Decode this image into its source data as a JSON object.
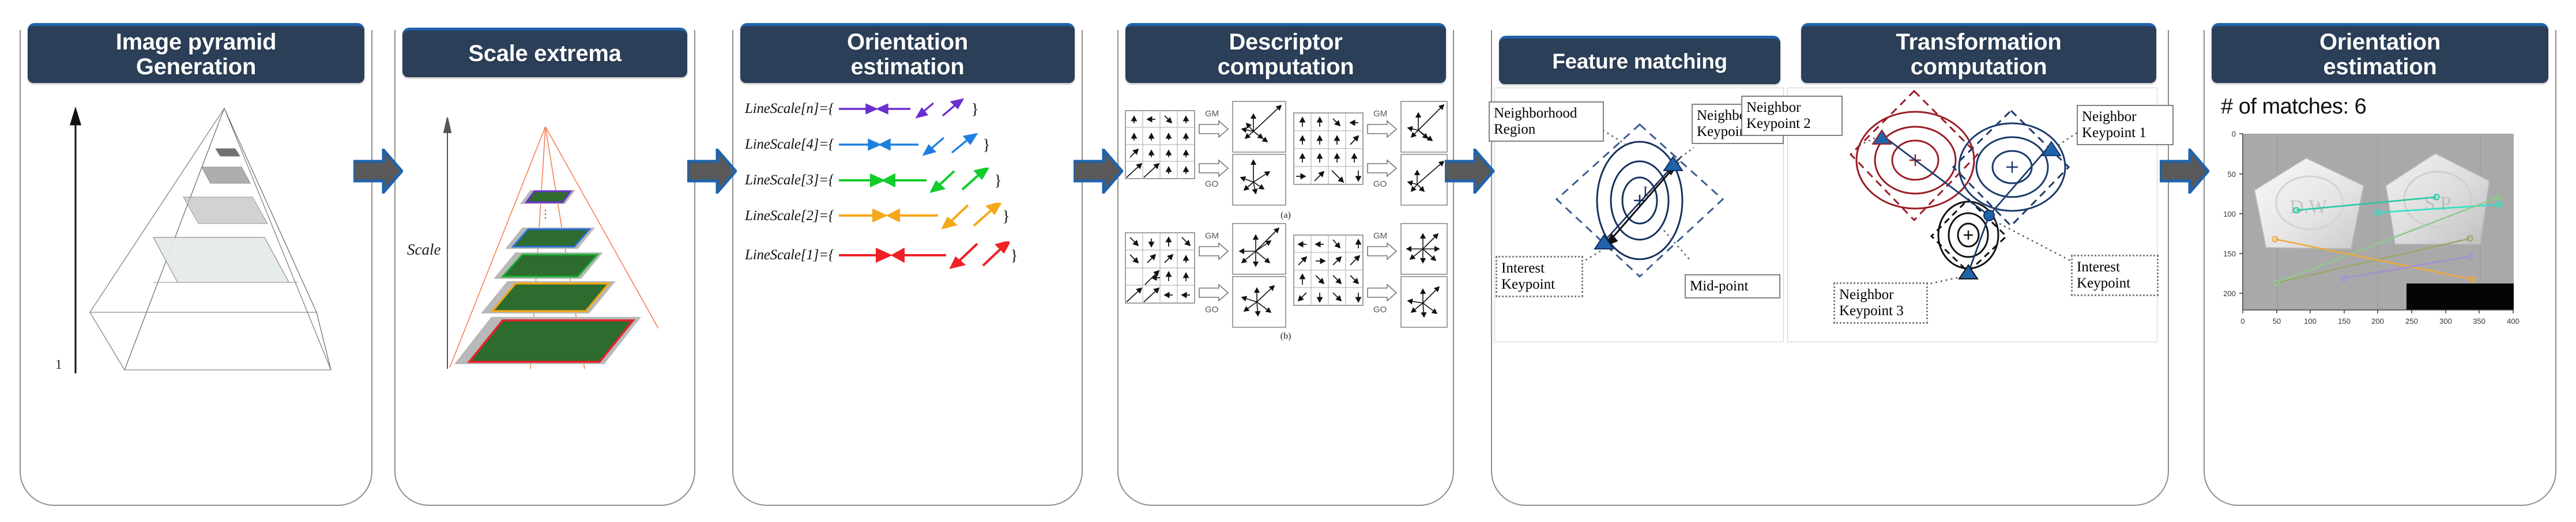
{
  "diagram": {
    "title_flow": "SIFT-like feature matching pipeline",
    "accent_header_bg": "#2b3f59",
    "accent_header_top": "#1f63ab",
    "arrow_fill": "#595959",
    "arrow_stroke": "#1f63ab",
    "panel_border": "#8d8d8d"
  },
  "stages": [
    {
      "id": "image-pyramid-generation",
      "title_line1": "Image pyramid",
      "title_line2": "Generation",
      "axis_label": "1"
    },
    {
      "id": "scale-extrema",
      "title_line1": "Scale extrema",
      "title_line2": "",
      "axis_label": "Scale",
      "layer_colors": [
        "#6a2fd0",
        "#1f6fd0",
        "#17b030",
        "#f0a81e",
        "#e8202a"
      ],
      "ellipsis": "⋮"
    },
    {
      "id": "orientation-estimation",
      "title_line1": "Orientation",
      "title_line2": "estimation",
      "rows": [
        {
          "label": "LineScale[n]={",
          "close": "}",
          "color": "#6a2fd0"
        },
        {
          "label": "LineScale[4]={",
          "close": "}",
          "color": "#1f7fe0"
        },
        {
          "label": "LineScale[3]={",
          "close": "}",
          "color": "#11cc2a"
        },
        {
          "label": "LineScale[2]={",
          "close": "}",
          "color": "#f5a81a"
        },
        {
          "label": "LineScale[1]={",
          "close": "}",
          "color": "#ee2026"
        }
      ]
    },
    {
      "id": "descriptor-computation",
      "title_line1": "Descriptor",
      "title_line2": "computation",
      "op_labels": [
        "GM",
        "GO"
      ],
      "subcaptions": [
        "(a)",
        "(b)"
      ]
    },
    {
      "id": "feature-matching",
      "title_line1": "Feature matching",
      "title_line2": "",
      "callouts": [
        {
          "name": "neighborhood-region",
          "text": "Neighborhood\nRegion"
        },
        {
          "name": "neighbor-keypoint",
          "text": "Neighbor\nKeypoint"
        },
        {
          "name": "interest-keypoint",
          "text": "Interest\nKeypoint"
        },
        {
          "name": "mid-point",
          "text": "Mid-point"
        }
      ],
      "inner_symbol": "L"
    },
    {
      "id": "transformation-computation",
      "title_line1": "Transformation",
      "title_line2": "computation",
      "callouts": [
        {
          "name": "neighbor-keypoint-2",
          "text": "Neighbor\nKeypoint 2"
        },
        {
          "name": "neighbor-keypoint-1",
          "text": "Neighbor\nKeypoint 1"
        },
        {
          "name": "neighbor-keypoint-3",
          "text": "Neighbor\nKeypoint 3"
        },
        {
          "name": "interest-keypoint",
          "text": "Interest\nKeypoint"
        }
      ],
      "group_colors": [
        "#9b1b26",
        "#1b3a6b",
        "#111111"
      ]
    },
    {
      "id": "orientation-estimation-final",
      "title_line1": "Orientation",
      "title_line2": "estimation",
      "matches_text": "# of matches: 6"
    }
  ],
  "chart_data": {
    "type": "scatter",
    "title": "# of matches: 6",
    "xlabel": "",
    "ylabel": "",
    "xlim": [
      0,
      420
    ],
    "ylim": [
      220,
      0
    ],
    "xticks": [
      0,
      50,
      100,
      150,
      200,
      250,
      300,
      350,
      400
    ],
    "yticks": [
      0,
      50,
      100,
      150,
      200
    ],
    "grid": false,
    "legend": "none",
    "series": [
      {
        "name": "match-1",
        "color": "#23c9a0",
        "x": [
          80,
          300
        ],
        "y": [
          105,
          88
        ]
      },
      {
        "name": "match-2",
        "color": "#2fe0c8",
        "x": [
          208,
          400
        ],
        "y": [
          108,
          98
        ]
      },
      {
        "name": "match-3",
        "color": "#8fc98f",
        "x": [
          52,
          400
        ],
        "y": [
          196,
          88
        ]
      },
      {
        "name": "match-4",
        "color": "#9aa86a",
        "x": [
          52,
          352
        ],
        "y": [
          196,
          148
        ]
      },
      {
        "name": "match-5",
        "color": "#f0a83c",
        "x": [
          50,
          358
        ],
        "y": [
          134,
          185
        ]
      },
      {
        "name": "match-6",
        "color": "#a38fd4",
        "x": [
          158,
          352
        ],
        "y": [
          186,
          159
        ]
      }
    ]
  }
}
